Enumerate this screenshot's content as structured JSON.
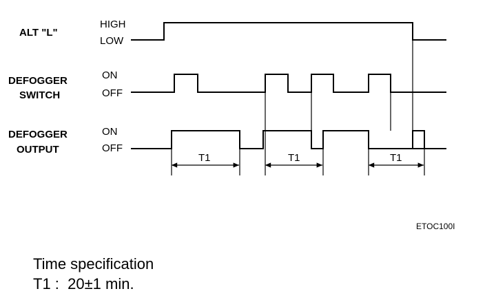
{
  "signals": {
    "alt": {
      "label": "ALT \"L\"",
      "high": "HIGH",
      "low": "LOW"
    },
    "switch": {
      "label_line1": "DEFOGGER",
      "label_line2": "SWITCH",
      "on": "ON",
      "off": "OFF"
    },
    "output": {
      "label_line1": "DEFOGGER",
      "label_line2": "OUTPUT",
      "on": "ON",
      "off": "OFF"
    }
  },
  "interval_label": "T1",
  "figure_code": "ETOC100I",
  "spec": {
    "title": "Time specification",
    "value": "T1 :  20±1 min."
  }
}
